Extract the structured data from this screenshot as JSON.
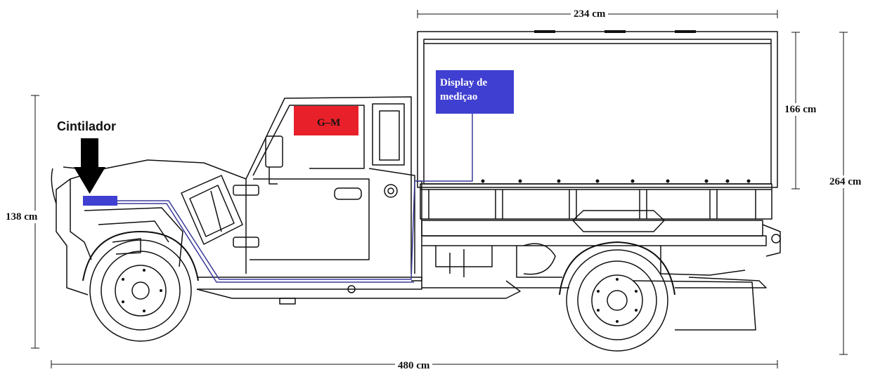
{
  "labels": {
    "scintillator": "Cintilador",
    "display_line1": "Display de",
    "display_line2": "mediçao",
    "gm": "G–M"
  },
  "dimensions": {
    "body_length": "234 cm",
    "body_height": "166 cm",
    "total_height": "264 cm",
    "front_height": "138 cm",
    "total_length": "480 cm"
  },
  "colors": {
    "detector_blue": "#3f3fd1",
    "gm_red": "#e8202a",
    "cable": "#3a3a9a",
    "line": "#111111"
  }
}
